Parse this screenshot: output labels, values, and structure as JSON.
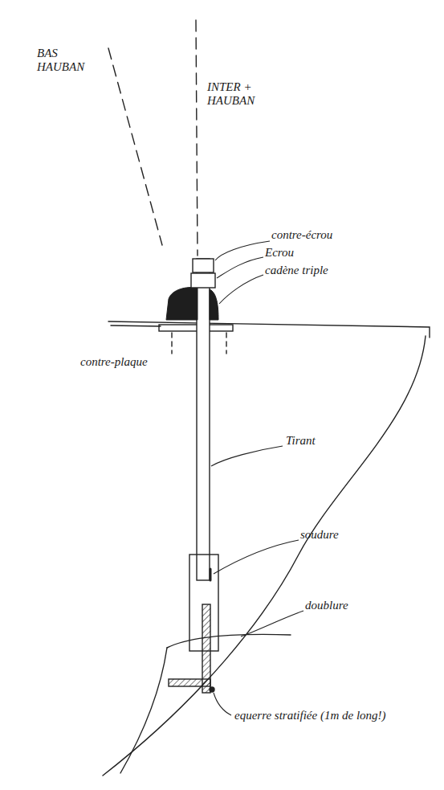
{
  "diagram": {
    "labels": [
      "BAS HAUBAN",
      "INTER + HAUBAN",
      "contre-écrou",
      "Ecrou",
      "cadène triple",
      "contre-plaque",
      "Tirant",
      "soudure",
      "doublure",
      "equerre stratifiée (1m de long!)"
    ]
  }
}
